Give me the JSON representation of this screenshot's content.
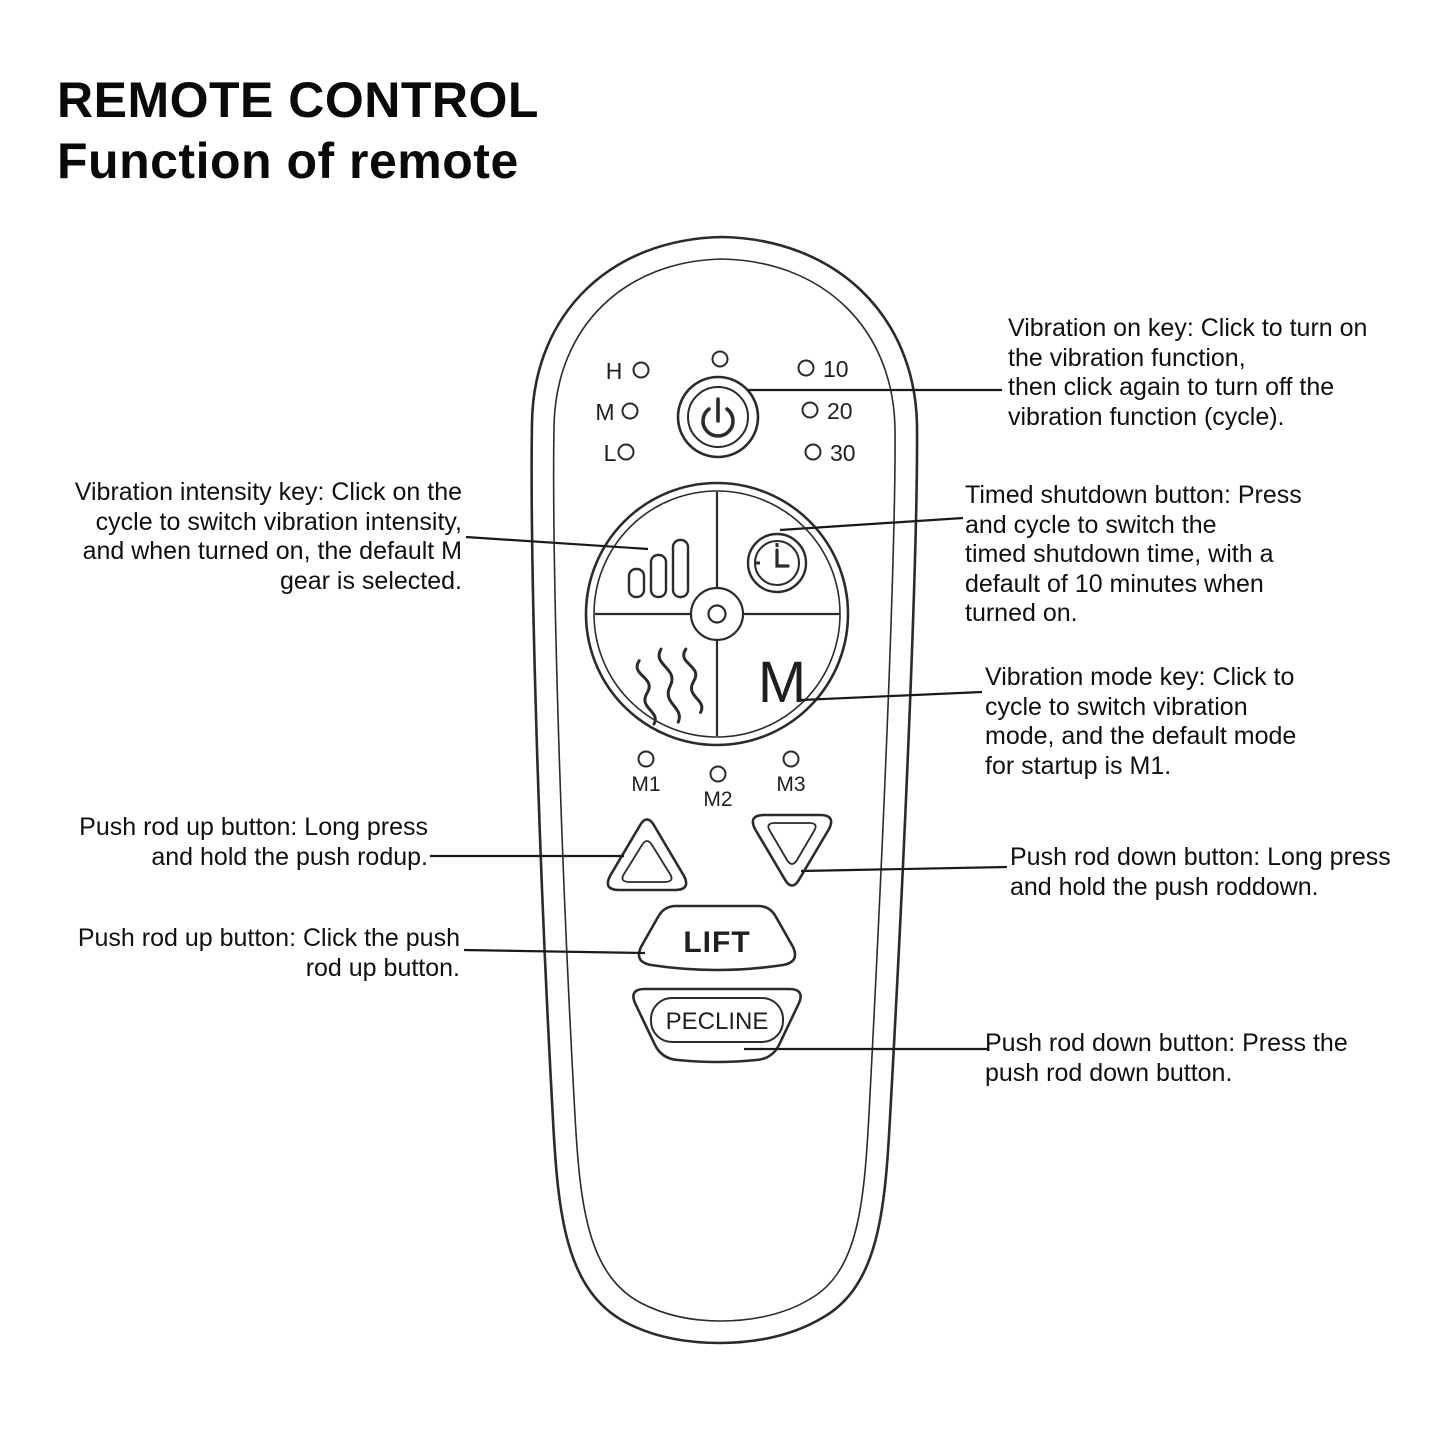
{
  "title": {
    "line1": "REMOTE CONTROL",
    "line2": "Function of remote"
  },
  "remote": {
    "intensity_levels": [
      "H",
      "M",
      "L"
    ],
    "timer_minutes": [
      "10",
      "20",
      "30"
    ],
    "mode_indicators": [
      "M1",
      "M2",
      "M3"
    ],
    "mode_key_label": "M",
    "lift_label": "LIFT",
    "recline_label": "PECLINE"
  },
  "annotations": {
    "vibration_on": "Vibration on key: Click to turn on\nthe vibration function,\nthen click again to turn off the\nvibration function (cycle).",
    "vibration_intensity": "Vibration intensity key: Click on the\ncycle to switch vibration intensity,\nand when turned on, the default M\ngear is selected.",
    "timed_shutdown": "Timed shutdown button: Press\nand cycle to switch the\ntimed shutdown time, with a\ndefault of 10 minutes when\nturned on.",
    "vibration_mode": "Vibration mode key: Click to\ncycle to switch vibration\nmode, and the default mode\nfor startup is M1.",
    "push_rod_up_long": "Push rod up button: Long press\nand hold the push rodup.",
    "push_rod_down_long": "Push rod down button: Long press\nand hold the push roddown.",
    "push_rod_up_click": "Push rod up button: Click the push\nrod up button.",
    "push_rod_down_press": "Push rod down button: Press the\npush rod down button."
  },
  "colors": {
    "ink": "#1f1f1f",
    "line": "#2b2b2b",
    "background": "#ffffff"
  }
}
